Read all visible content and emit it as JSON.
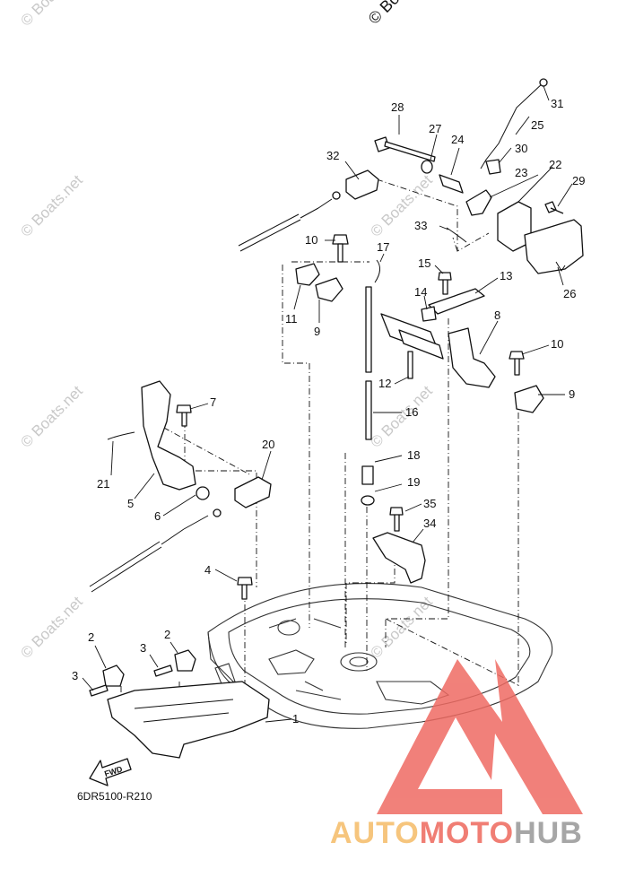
{
  "diagram_code": "6DR5100-R210",
  "copyright_mark": "© Bo",
  "watermark_text": "© Boats.net",
  "fwd_label": "FWD",
  "brand": {
    "part1": "AUTO",
    "part2": "MOTO",
    "part3": "HUB",
    "color_auto": "#f6c57d",
    "color_moto": "#f07e74",
    "color_hub": "#a6a6a6",
    "logo_color": "#ef6b63"
  },
  "callouts": [
    "1",
    "2",
    "2",
    "3",
    "3",
    "4",
    "5",
    "6",
    "7",
    "8",
    "9",
    "9",
    "10",
    "10",
    "11",
    "12",
    "13",
    "14",
    "15",
    "16",
    "17",
    "18",
    "19",
    "20",
    "21",
    "22",
    "23",
    "24",
    "25",
    "26",
    "27",
    "28",
    "29",
    "30",
    "31",
    "32",
    "33",
    "34",
    "35"
  ]
}
